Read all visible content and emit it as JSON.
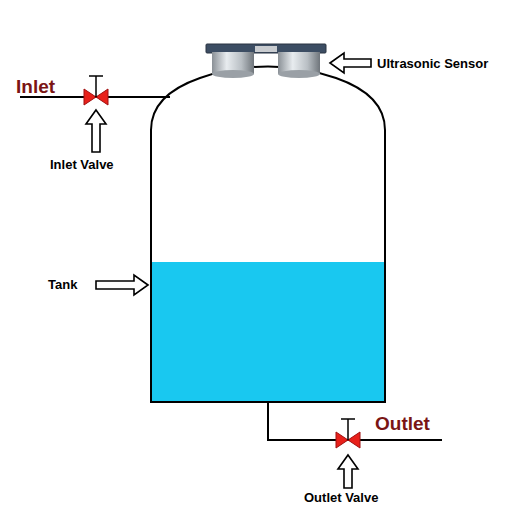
{
  "diagram": {
    "labels": [
      "Inlet",
      "Inlet Valve",
      "Ultrasonic Sensor",
      "Tank",
      "Outlet",
      "Outlet Valve"
    ]
  }
}
